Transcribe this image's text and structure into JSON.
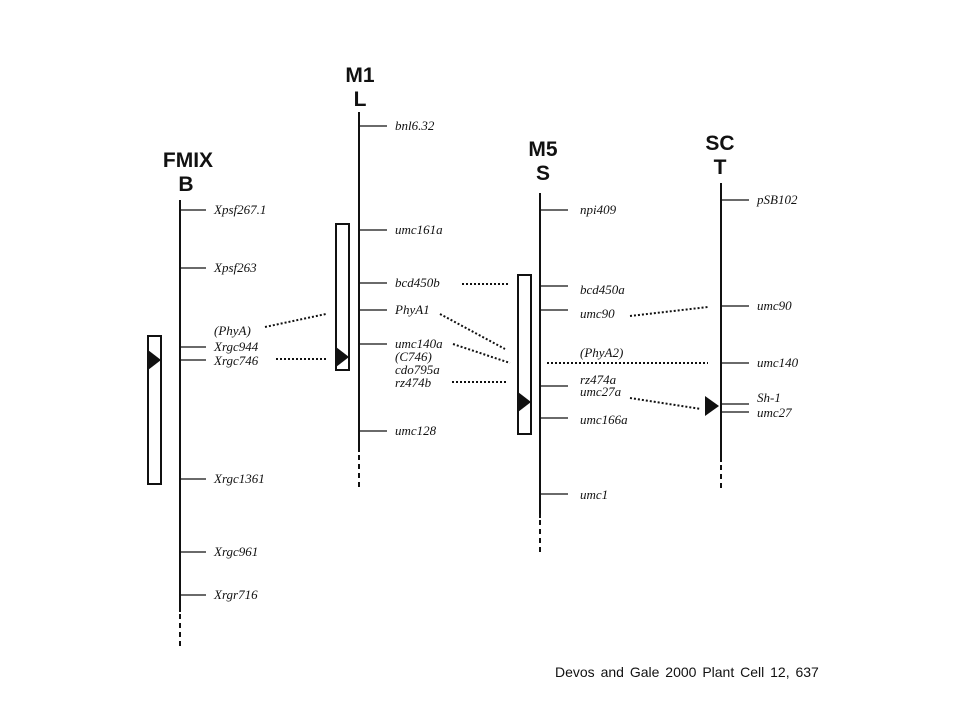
{
  "citation": "Devos and Gale 2000 Plant Cell 12, 637",
  "chromosomes": {
    "fmix": {
      "title": "FMIX",
      "arm": "B"
    },
    "m1": {
      "title": "M1",
      "arm": "L"
    },
    "m5": {
      "title": "M5",
      "arm": "S"
    },
    "sc": {
      "title": "SC",
      "arm": "T"
    }
  },
  "markers": {
    "fmix": [
      "Xpsf267.1",
      "Xpsf263",
      "(PhyA)",
      "Xrgc944",
      "Xrgc746",
      "Xrgc1361",
      "Xrgc961",
      "Xrgr716"
    ],
    "m1": [
      "bnl6.32",
      "umc161a",
      "bcd450b",
      "PhyA1",
      "umc140a",
      "(C746)",
      "cdo795a",
      "rz474b",
      "umc128"
    ],
    "m5": [
      "npi409",
      "bcd450a",
      "umc90",
      "(PhyA2)",
      "rz474a",
      "umc27a",
      "umc166a",
      "umc1"
    ],
    "sc": [
      "pSB102",
      "umc90",
      "umc140",
      "Sh-1",
      "umc27"
    ]
  }
}
